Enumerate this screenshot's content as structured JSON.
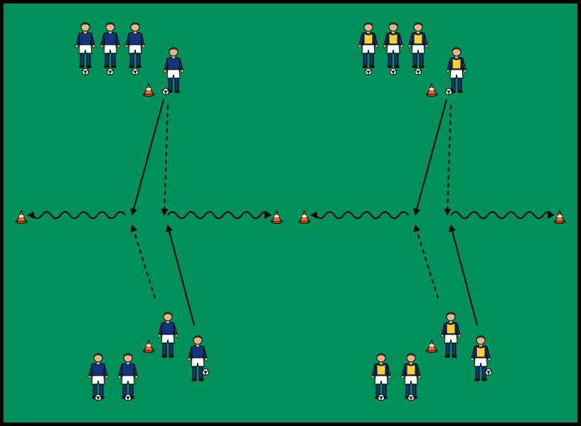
{
  "colors": {
    "field": "#00915a",
    "border": "#000000",
    "shirt_blue": "#14347a",
    "bib_yellow": "#f5d03a",
    "shorts": "#ffffff",
    "skin": "#e8b58a",
    "hair": "#5a3a1e",
    "cone_orange": "#f06a2a",
    "arrow": "#000000"
  },
  "drills": [
    {
      "team": "blue",
      "bib": false
    },
    {
      "team": "yellow",
      "bib": true
    }
  ],
  "icons": [
    "player-icon",
    "ball-icon",
    "cone-icon",
    "pass-arrow",
    "run-arrow",
    "dribble-arrow"
  ]
}
